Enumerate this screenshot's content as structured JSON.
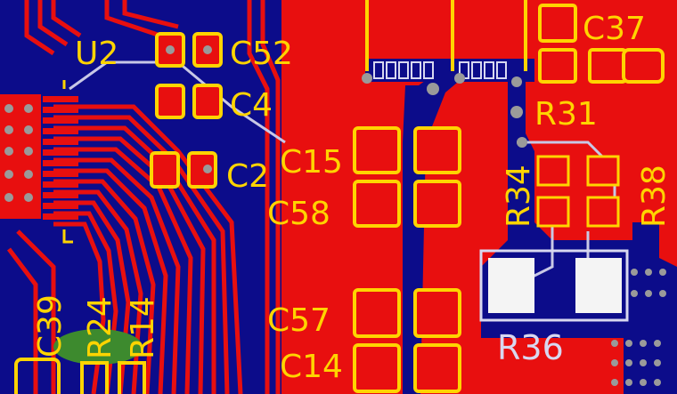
{
  "colors": {
    "background_layer": "#0c0c8a",
    "top_copper": "#e80f0f",
    "silkscreen": "#ffd400",
    "via": "#9a9a9a",
    "bottom_copper_trace": "#c8c8e6",
    "pad_highlight": "#f4f4f4",
    "green_patch": "#3d8a2e"
  },
  "designators": {
    "u2": "U2",
    "c52": "C52",
    "c4": "C4",
    "c2": "C2",
    "c15": "C15",
    "c58": "C58",
    "c57": "C57",
    "c14": "C14",
    "c37": "C37",
    "r31": "R31",
    "r34": "R34",
    "r38": "R38",
    "r36": "R36",
    "c39": "C39",
    "r24": "R24",
    "r14": "R14"
  }
}
